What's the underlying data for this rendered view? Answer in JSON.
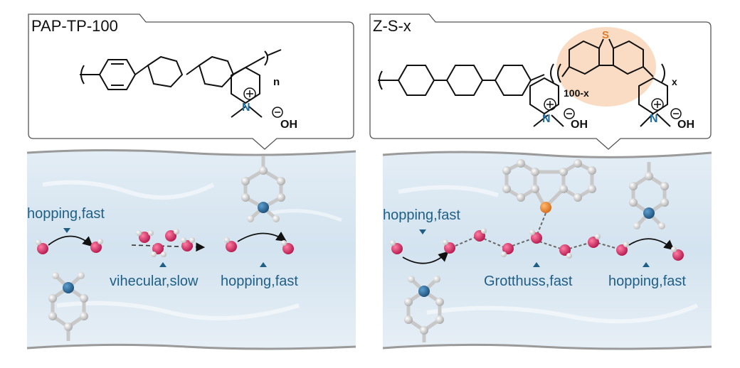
{
  "left_panel": {
    "title": "PAP-TP-100",
    "subscript_n": "n",
    "nitrogen": "N",
    "hydroxide": "OH",
    "labels": {
      "hopping_top": "hopping,fast",
      "vehicular": "vihecular,slow",
      "hopping_right": "hopping,fast"
    }
  },
  "right_panel": {
    "title": "Z-S-x",
    "subscript_100x": "100-x",
    "subscript_x": "x",
    "sulfur": "S",
    "nitrogen_1": "N",
    "nitrogen_2": "N",
    "hydroxide_1": "OH",
    "hydroxide_2": "OH",
    "labels": {
      "hopping_left": "hopping,fast",
      "grotthuss": "Grotthuss,fast",
      "hopping_right": "hopping,fast"
    }
  },
  "colors": {
    "caption": "#1f5f86",
    "oxygen": "#d0245e",
    "nitrogen": "#2a6a9a",
    "sulfur": "#e07c2b",
    "highlight": "#f9dcc3",
    "water_bg": "#dbe9f3"
  }
}
